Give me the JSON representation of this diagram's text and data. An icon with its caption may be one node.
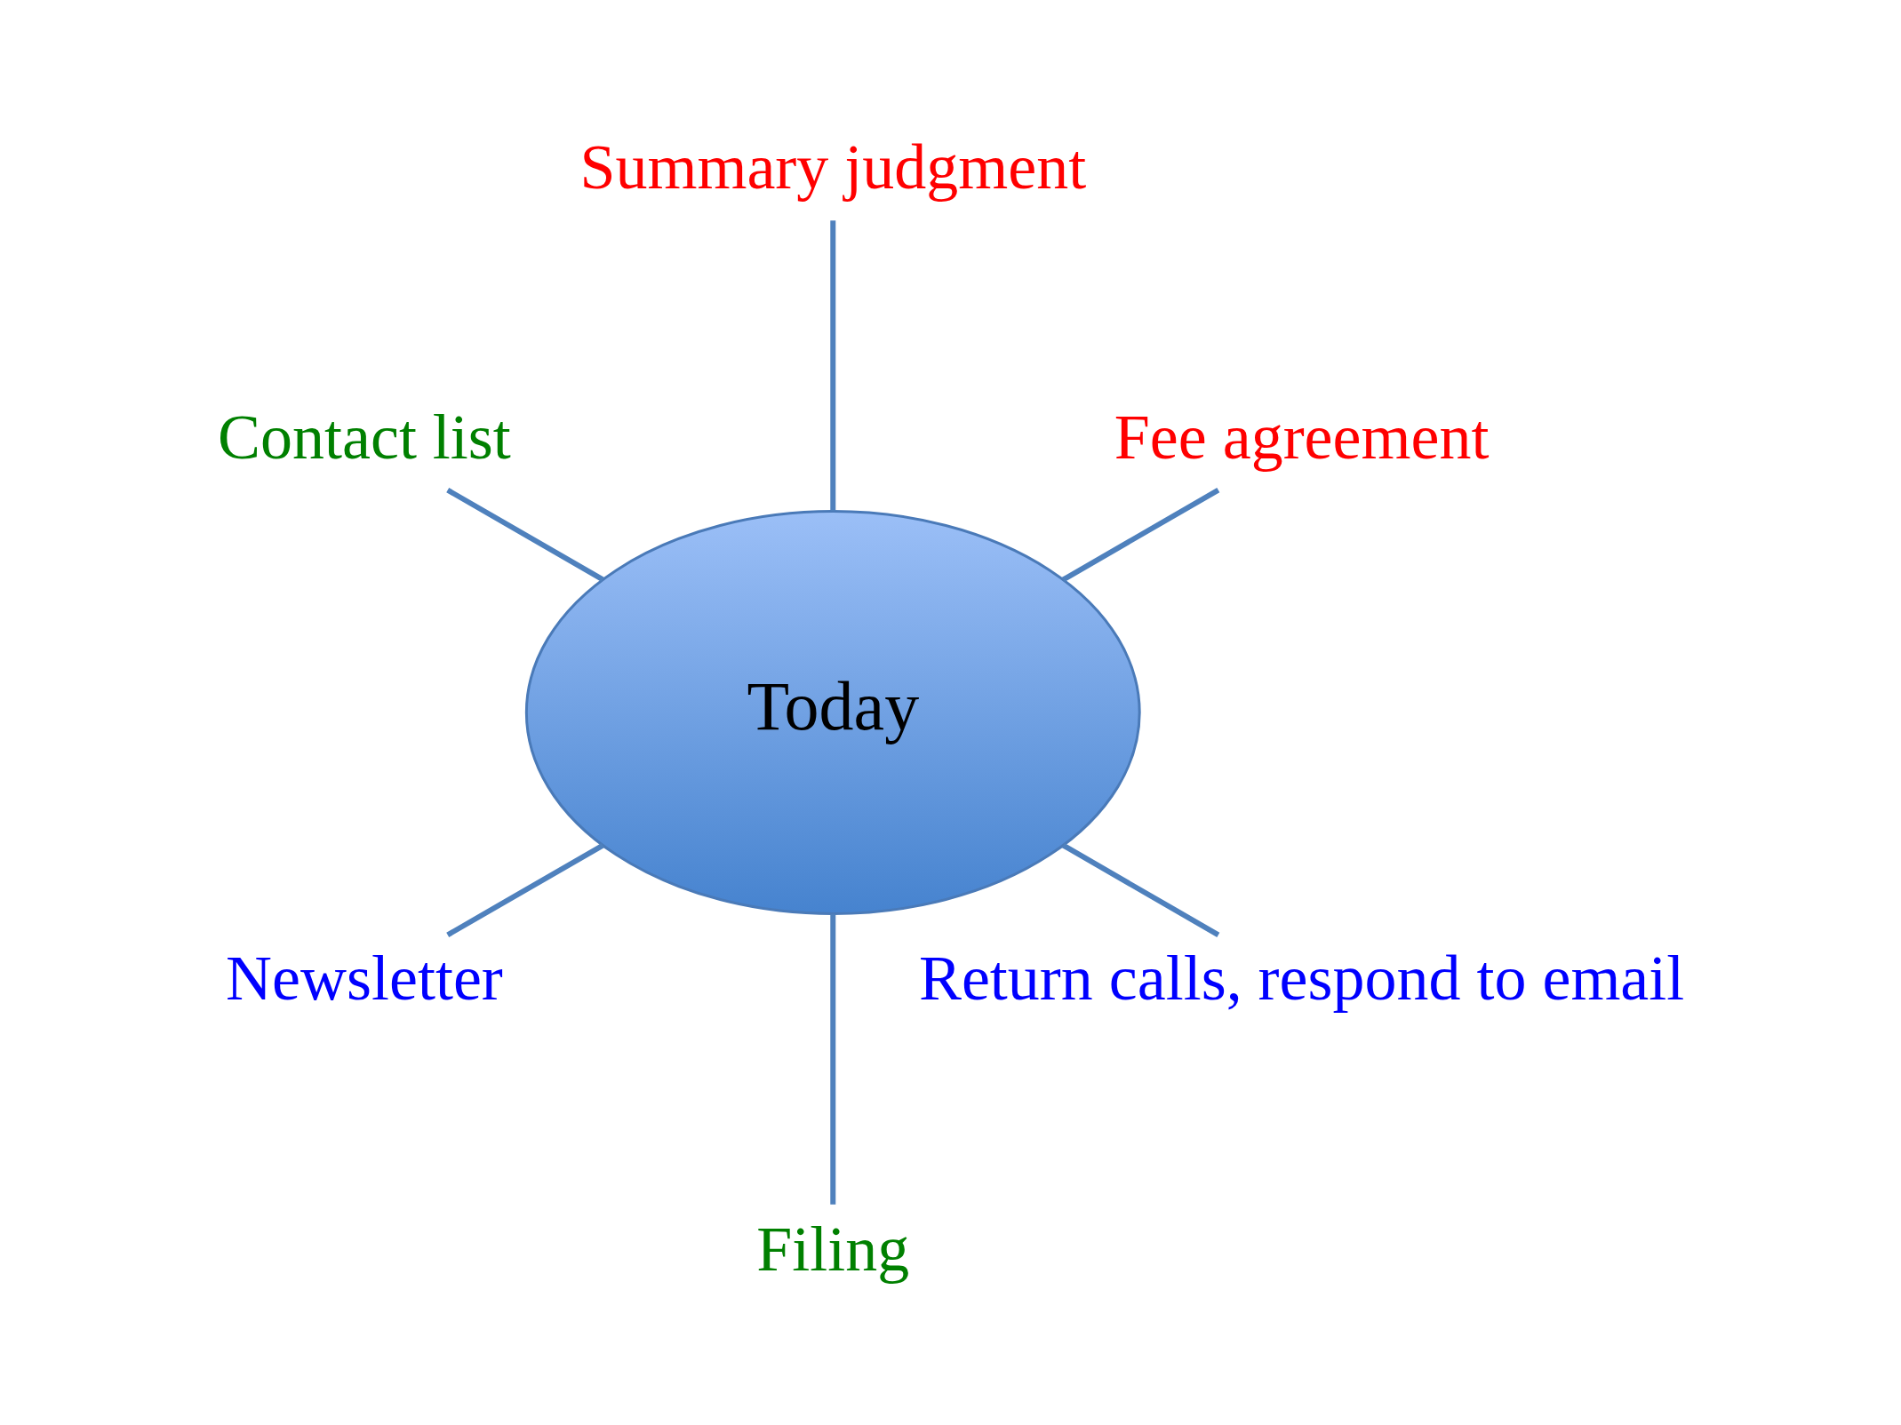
{
  "diagram": {
    "nodes": [
      {
        "text": [
          "Today"
        ]
      },
      {
        "text": [
          "Fee agreement"
        ]
      },
      {
        "text": [
          "Summary judgment"
        ]
      },
      {
        "text": [
          "Contact list"
        ]
      },
      {
        "text": [
          "Newsletter"
        ]
      },
      {
        "text": [
          "Filing"
        ]
      },
      {
        "text": [
          "Return calls, respond to email"
        ]
      }
    ],
    "edges": [
      {
        "from": 0,
        "to": 1,
        "arrow": "none"
      },
      {
        "from": 0,
        "to": 2,
        "arrow": "none"
      },
      {
        "from": 0,
        "to": 3,
        "arrow": "none"
      },
      {
        "from": 0,
        "to": 4,
        "arrow": "none"
      },
      {
        "from": 0,
        "to": 5,
        "arrow": "none"
      },
      {
        "from": 0,
        "to": 6,
        "arrow": "none"
      }
    ]
  }
}
